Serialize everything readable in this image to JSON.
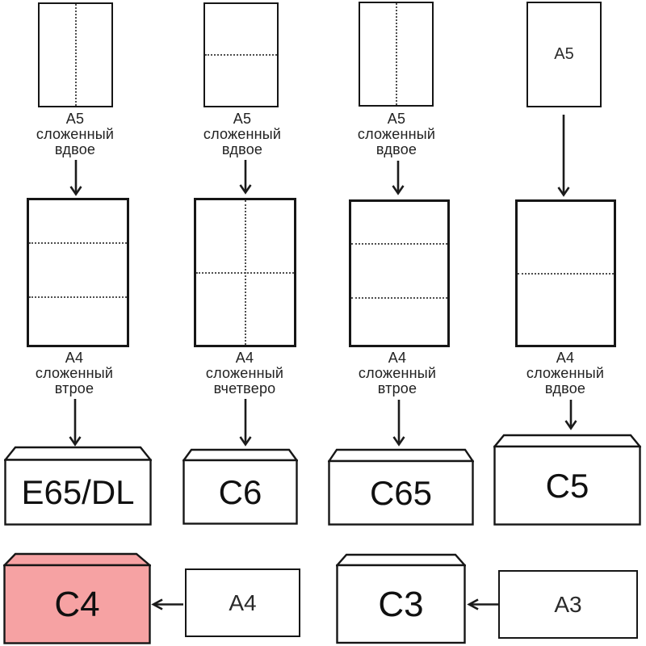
{
  "colors": {
    "highlight_fill": "#f6a2a3",
    "stroke": "#161616"
  },
  "columns": [
    {
      "a5_caption": "A5\nсложенный\nвдвое",
      "a4_caption": "A4\nсложенный\nвтрое",
      "envelope_label": "E65/DL"
    },
    {
      "a5_caption": "A5\nсложенный\nвдвое",
      "a4_caption": "A4\nсложенный\nвчетверо",
      "envelope_label": "C6"
    },
    {
      "a5_caption": "A5\nсложенный\nвдвое",
      "a4_caption": "A4\nсложенный\nвтрое",
      "envelope_label": "C65"
    },
    {
      "a5_label": "A5",
      "a4_caption": "A4\nсложенный\nвдвое",
      "envelope_label": "C5"
    }
  ],
  "bottom_row": [
    {
      "envelope_label": "C4",
      "paper_label": "A4"
    },
    {
      "envelope_label": "C3",
      "paper_label": "A3"
    }
  ]
}
